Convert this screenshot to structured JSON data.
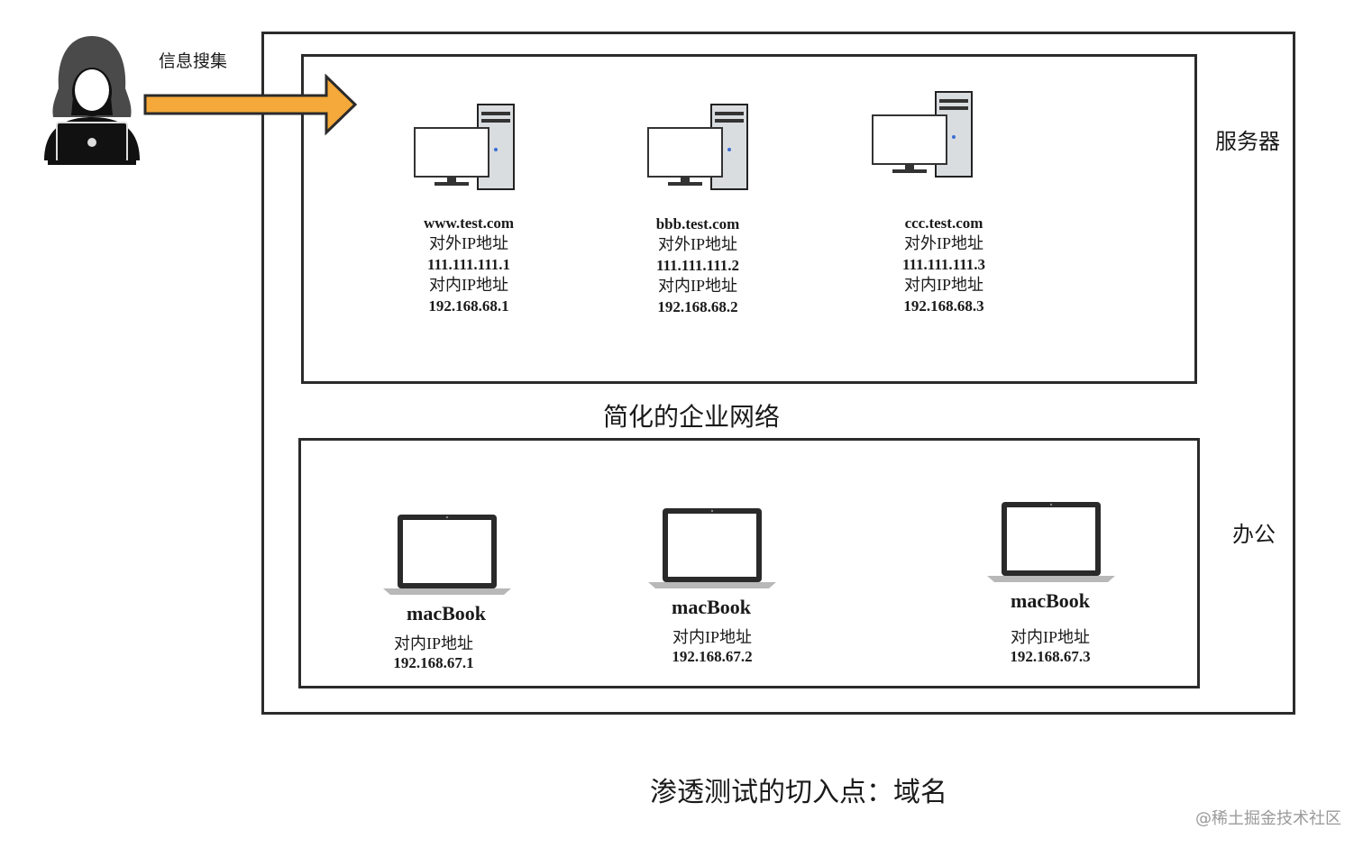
{
  "attacker": {
    "label": "信息搜集"
  },
  "region_labels": {
    "server": "服务器",
    "office": "办公"
  },
  "network_title": "简化的企业网络",
  "caption": "渗透测试的切入点：域名",
  "watermark": "@稀土掘金技术社区",
  "servers": [
    {
      "domain": "www.test.com",
      "external_label": "对外IP地址",
      "external_ip": "111.111.111.1",
      "internal_label": "对内IP地址",
      "internal_ip": "192.168.68.1"
    },
    {
      "domain": "bbb.test.com",
      "external_label": "对外IP地址",
      "external_ip": "111.111.111.2",
      "internal_label": "对内IP地址",
      "internal_ip": "192.168.68.2"
    },
    {
      "domain": "ccc.test.com",
      "external_label": "对外IP地址",
      "external_ip": "111.111.111.3",
      "internal_label": "对内IP地址",
      "internal_ip": "192.168.68.3"
    }
  ],
  "laptops": [
    {
      "name": "macBook",
      "internal_label": "对内IP地址",
      "internal_ip": "192.168.67.1"
    },
    {
      "name": "macBook",
      "internal_label": "对内IP地址",
      "internal_ip": "192.168.67.2"
    },
    {
      "name": "macBook",
      "internal_label": "对内IP地址",
      "internal_ip": "192.168.67.3"
    }
  ],
  "colors": {
    "arrow": "#f5a93a",
    "border": "#2b2b2b"
  }
}
